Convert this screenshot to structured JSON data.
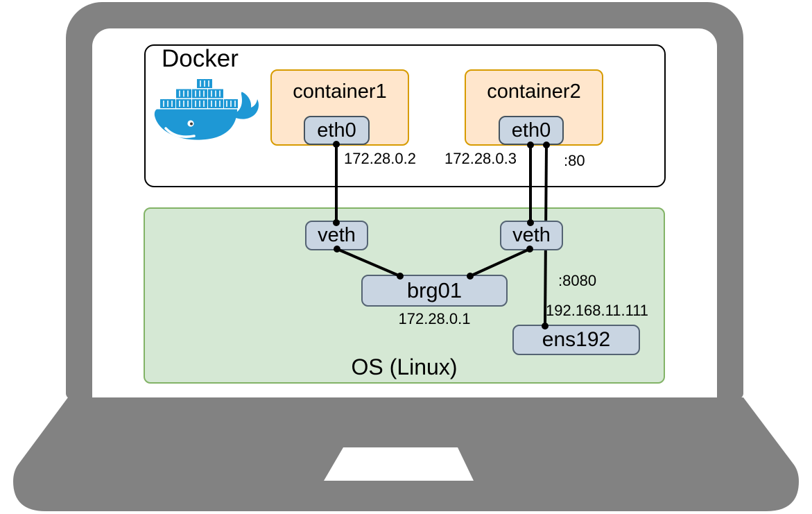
{
  "laptop": {
    "frame_color": "#828282",
    "screen_color": "#FFFFFF"
  },
  "docker": {
    "title": "Docker",
    "logo": "docker-whale-icon",
    "logo_color": "#1E98D5",
    "containers": [
      {
        "label": "container1",
        "interface": "eth0",
        "ip": "172.28.0.2"
      },
      {
        "label": "container2",
        "interface": "eth0",
        "ip": "172.28.0.3",
        "port": ":80"
      }
    ]
  },
  "os": {
    "title": "OS (Linux)",
    "veth1": "veth",
    "veth2": "veth",
    "bridge": {
      "label": "brg01",
      "ip": "172.28.0.1"
    },
    "nic": {
      "label": "ens192",
      "ip": "192.168.11.111",
      "port": ":8080"
    }
  },
  "styles": {
    "container_fill": "#FFE6CC",
    "container_border": "#D79B00",
    "node_fill": "#C9D5E2",
    "node_border": "#45535F",
    "os_fill": "#D5E8D4",
    "os_border": "#82B366",
    "line_color": "#000000"
  }
}
